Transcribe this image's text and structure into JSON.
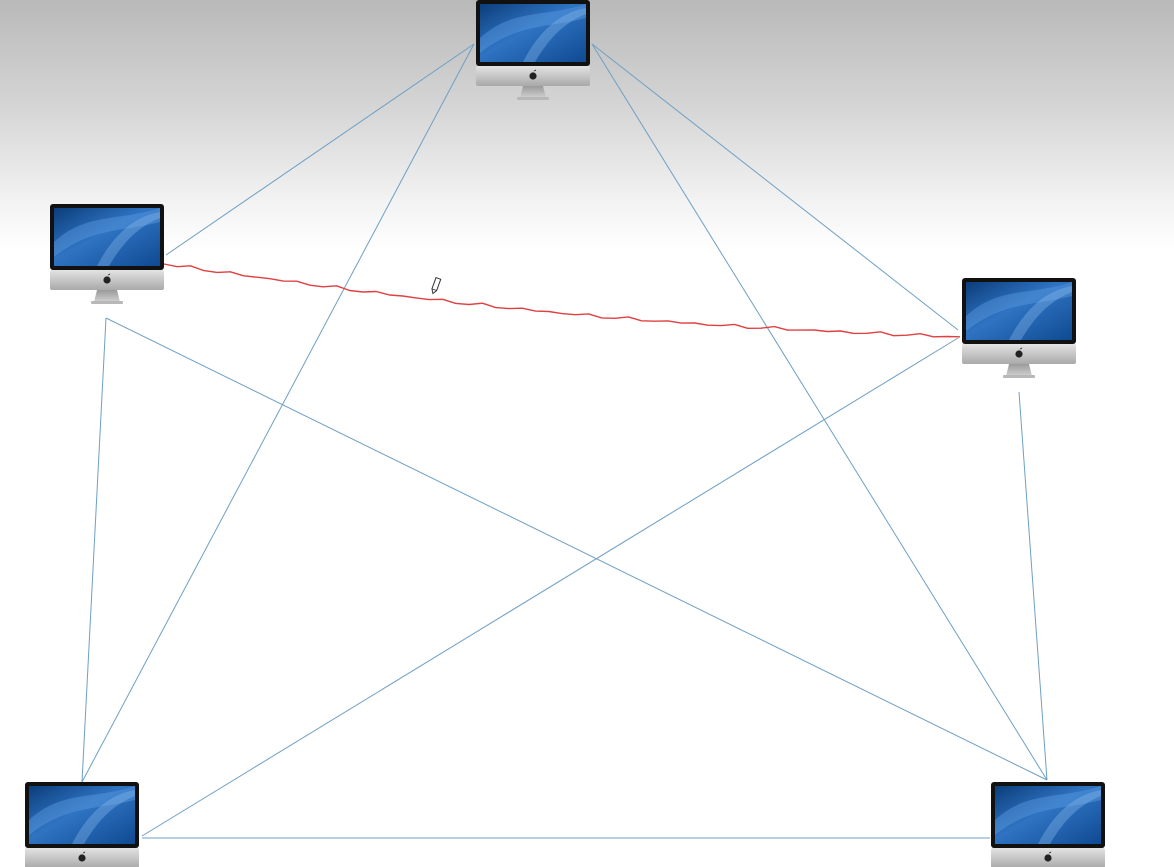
{
  "diagram": {
    "kind": "full-mesh network",
    "node_icon": "imac-computer-icon",
    "nodes": [
      {
        "id": "top",
        "icon": "imac-computer-icon"
      },
      {
        "id": "left",
        "icon": "imac-computer-icon"
      },
      {
        "id": "right",
        "icon": "imac-computer-icon"
      },
      {
        "id": "bottom-left",
        "icon": "imac-computer-icon"
      },
      {
        "id": "bottom-right",
        "icon": "imac-computer-icon"
      }
    ],
    "links": [
      {
        "from": "top",
        "to": "left",
        "style": "plain"
      },
      {
        "from": "top",
        "to": "right",
        "style": "plain"
      },
      {
        "from": "top",
        "to": "bottom-left",
        "style": "plain"
      },
      {
        "from": "top",
        "to": "bottom-right",
        "style": "plain"
      },
      {
        "from": "left",
        "to": "bottom-left",
        "style": "plain"
      },
      {
        "from": "left",
        "to": "bottom-right",
        "style": "plain"
      },
      {
        "from": "right",
        "to": "bottom-left",
        "style": "plain"
      },
      {
        "from": "right",
        "to": "bottom-right",
        "style": "plain"
      },
      {
        "from": "bottom-left",
        "to": "bottom-right",
        "style": "plain"
      },
      {
        "from": "left",
        "to": "right",
        "style": "highlighted-hand-drawn"
      }
    ],
    "colors": {
      "link": "#6f9fc4",
      "highlight": "#e04040",
      "screen": "#1f5ea8",
      "bezel": "#111111",
      "chassis": "#c8c8c8"
    },
    "cursor_icon": "pen-cursor-icon"
  }
}
